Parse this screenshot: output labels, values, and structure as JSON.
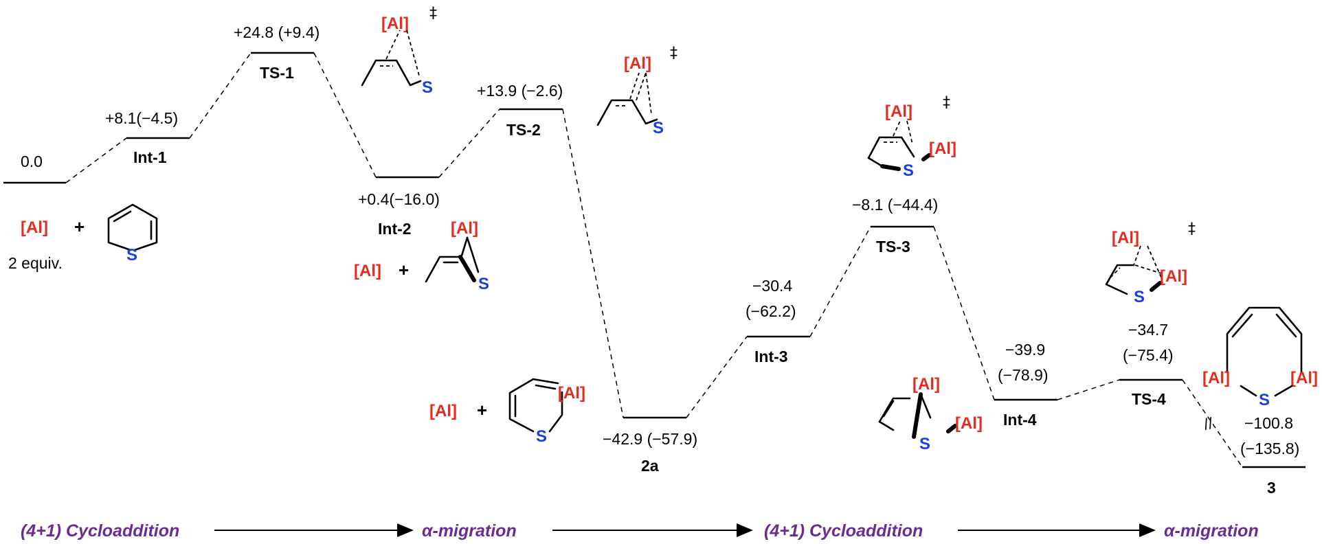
{
  "levels": [
    {
      "id": "start",
      "value": "0.0",
      "label": ""
    },
    {
      "id": "int1",
      "value": "+8.1(−4.5)",
      "label": "Int-1"
    },
    {
      "id": "ts1",
      "value": "+24.8 (+9.4)",
      "label": "TS-1"
    },
    {
      "id": "int2",
      "value": "+0.4(−16.0)",
      "label": "Int-2"
    },
    {
      "id": "ts2",
      "value": "+13.9 (−2.6)",
      "label": "TS-2"
    },
    {
      "id": "p2a",
      "value": "−42.9 (−57.9)",
      "label": "2a"
    },
    {
      "id": "int3",
      "value": "−30.4",
      "value2": "(−62.2)",
      "label": "Int-3"
    },
    {
      "id": "ts3",
      "value": "−8.1 (−44.4)",
      "label": "TS-3"
    },
    {
      "id": "int4",
      "value": "−39.9",
      "value2": "(−78.9)",
      "label": "Int-4"
    },
    {
      "id": "ts4",
      "value": "−34.7",
      "value2": "(−75.4)",
      "label": "TS-4"
    },
    {
      "id": "p3",
      "value": "−100.8",
      "value2": "(−135.8)",
      "label": "3"
    }
  ],
  "reagents": {
    "al": "[Al]",
    "s": "S",
    "plus": "+",
    "equiv": "2 equiv.",
    "dagger": "‡",
    "break_mark": "//"
  },
  "stages": [
    {
      "label": "(4+1) Cycloaddition"
    },
    {
      "label": "α-migration"
    },
    {
      "label": "(4+1) Cycloaddition"
    },
    {
      "label": "α-migration"
    }
  ]
}
